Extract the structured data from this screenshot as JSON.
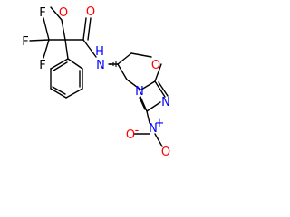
{
  "molecule": {
    "atoms": {
      "f_top": "F",
      "o_methoxy": "O",
      "o_carbonyl": "O",
      "f_left": "F",
      "f_bottom": "F",
      "n_amide": "N",
      "h_amide": "H",
      "o_ring": "O",
      "n_ring_top": "N",
      "n_ring_bottom": "N",
      "n_nitro": "N",
      "charge_plus": "+",
      "o_nitro_1": "O",
      "charge_minus": "-",
      "o_nitro_2": "O"
    }
  },
  "colors": {
    "bond": "#000000",
    "oxygen": "#ff0000",
    "nitrogen": "#0000ff",
    "fluorine": "#000000"
  }
}
